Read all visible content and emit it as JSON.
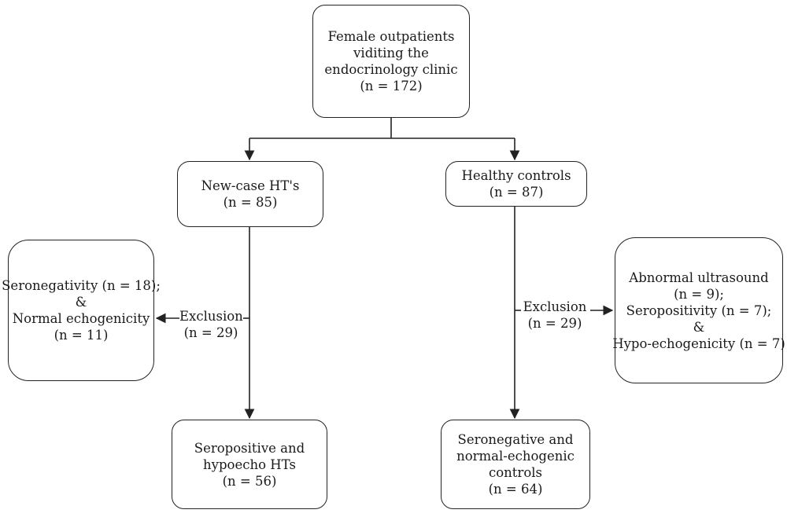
{
  "nodes": {
    "root": [
      "Female outpatients",
      "viditing the",
      "endocrinology clinic",
      "(n = 172)"
    ],
    "ht": [
      "New-case HT's",
      "(n = 85)"
    ],
    "controls": [
      "Healthy controls",
      "(n = 87)"
    ],
    "ht_excluded": [
      "Seronegativity (n = 18);",
      "&",
      "Normal echogenicity",
      "(n = 11)"
    ],
    "controls_excluded": [
      "Abnormal ultrasound",
      "(n = 9);",
      "Seropositivity (n = 7);",
      "&",
      "Hypo-echogenicity (n = 7)"
    ],
    "ht_final": [
      "Seropositive and",
      "hypoecho HTs",
      "(n = 56)"
    ],
    "controls_final": [
      "Seronegative and",
      "normal-echogenic",
      "controls",
      "(n = 64)"
    ]
  },
  "edge_labels": {
    "ht_exclusion": [
      "Exclusion",
      "(n = 29)"
    ],
    "controls_exclusion": [
      "Exclusion",
      "(n = 29)"
    ]
  }
}
